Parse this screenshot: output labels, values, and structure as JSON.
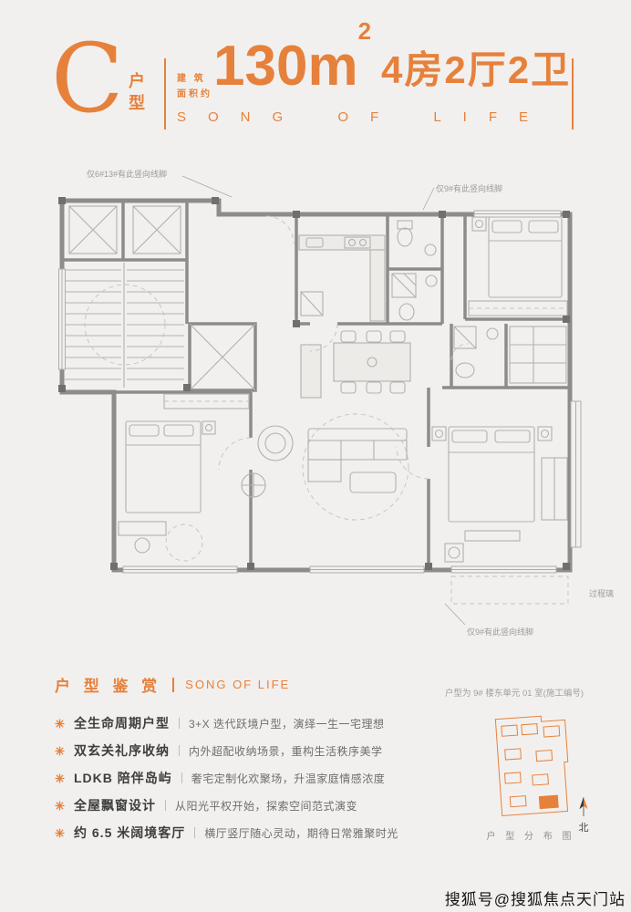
{
  "header": {
    "type_letter": "C",
    "type_char1": "户",
    "type_char2": "型",
    "area_label_line1": "建 筑",
    "area_label_line2": "面积约",
    "area_value": "130m",
    "area_exp": "2",
    "layout_text": "4房2厅2卫",
    "tagline": "SONG OF LIFE"
  },
  "plan": {
    "note_top_left": "仅6#13#有此竖向线脚",
    "note_top_right": "仅9#有此竖向线脚",
    "note_bottom_right": "仅9#有此竖向线脚",
    "note_glass": "过程璃"
  },
  "section": {
    "title": "户 型 鉴 赏",
    "subtitle": "SONG OF LIFE",
    "unit_note": "户型为 9# 楼东单元 01 室(施工编号)"
  },
  "features": [
    {
      "title": "全生命周期户型",
      "desc": "3+X 迭代跃境户型，演绎一生一宅理想"
    },
    {
      "title": "双玄关礼序收纳",
      "desc": "内外超配收纳场景，重构生活秩序美学"
    },
    {
      "title": "LDKB 陪伴岛屿",
      "desc": "奢宅定制化欢聚场，升温家庭情感浓度"
    },
    {
      "title": "全屋飘窗设计",
      "desc": "从阳光平权开始，探索空间范式演变"
    },
    {
      "title": "约 6.5 米阔境客厅",
      "desc": "横厅竖厅随心灵动，期待日常雅聚时光"
    }
  ],
  "distribution": {
    "label": "户 型 分 布 图",
    "north_label": "北"
  },
  "watermark": "搜狐号@搜狐焦点天门站",
  "colors": {
    "accent": "#e6813c",
    "wall": "#8c8c8c",
    "background": "#f2f0ee"
  },
  "icons": {
    "feature_marker": "asterisk-marker-icon",
    "north_arrow": "north-arrow-icon"
  }
}
